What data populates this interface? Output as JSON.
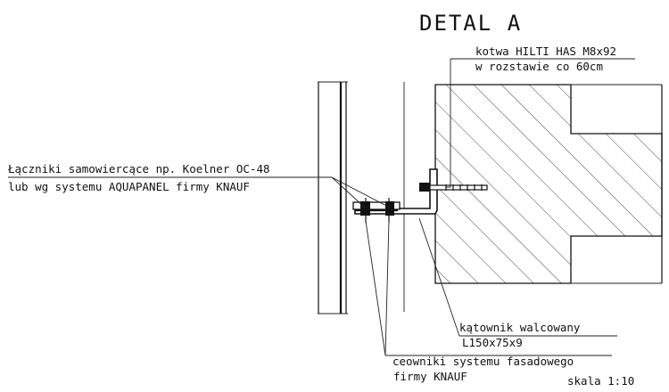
{
  "title": "DETAL A",
  "labels": {
    "anchor_line1": "kotwa HILTI HAS M8x92",
    "anchor_line2": "w rozstawie co 60cm",
    "fasteners_line1": "Łączniki samowiercące np. Koelner OC-48",
    "fasteners_line2": "lub wg systemu AQUAPANEL firmy KNAUF",
    "angle_line1": "kątownik walcowany",
    "angle_line2": "L150x75x9",
    "channels_line1": "ceowniki systemu fasadowego",
    "channels_line2": "firmy KNAUF",
    "scale": "skala 1:10"
  },
  "colors": {
    "line": "#111111",
    "background": "#ffffff"
  }
}
